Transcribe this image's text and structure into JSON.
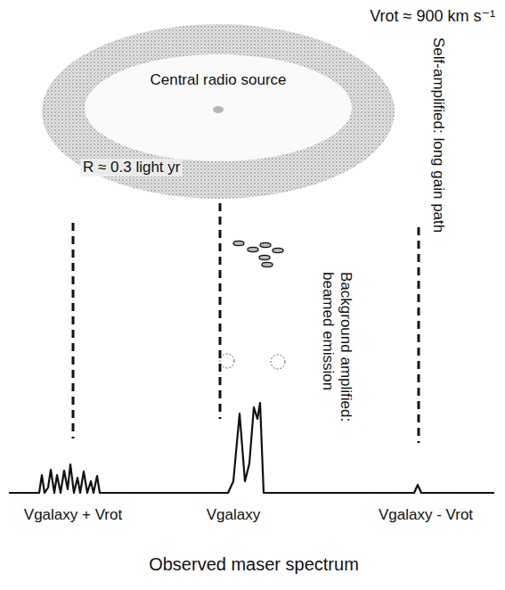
{
  "diagram": {
    "nodes": [
      {
        "text": [
          "Central radio source",
          "R ≈ 0.3 light yr"
        ]
      }
    ],
    "labels": [
      "Vrot ≈ 900 km s⁻¹",
      "Background amplified: beamed emission",
      "Self-amplified: long gain path",
      "Vgalaxy + Vrot",
      "Vgalaxy",
      "Vgalaxy - Vrot",
      "Observed maser spectrum"
    ]
  }
}
